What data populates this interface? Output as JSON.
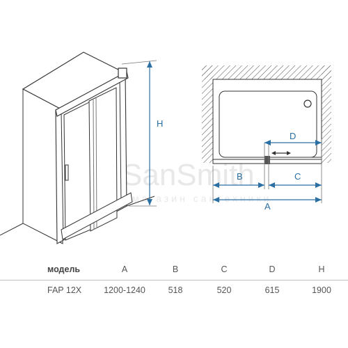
{
  "watermark": {
    "brand": "SanSmith",
    "tagline": "магазин сантехники"
  },
  "labels": {
    "h": "H",
    "a": "A",
    "b": "B",
    "c": "C",
    "d": "D"
  },
  "colors": {
    "dimension": "#2b6fa3",
    "outline": "#333333",
    "hatch": "#555555"
  },
  "table": {
    "headers": [
      "модель",
      "A",
      "B",
      "C",
      "D",
      "H"
    ],
    "rows": [
      [
        "FAP 12X",
        "1200-1240",
        "518",
        "520",
        "615",
        "1900"
      ]
    ]
  }
}
